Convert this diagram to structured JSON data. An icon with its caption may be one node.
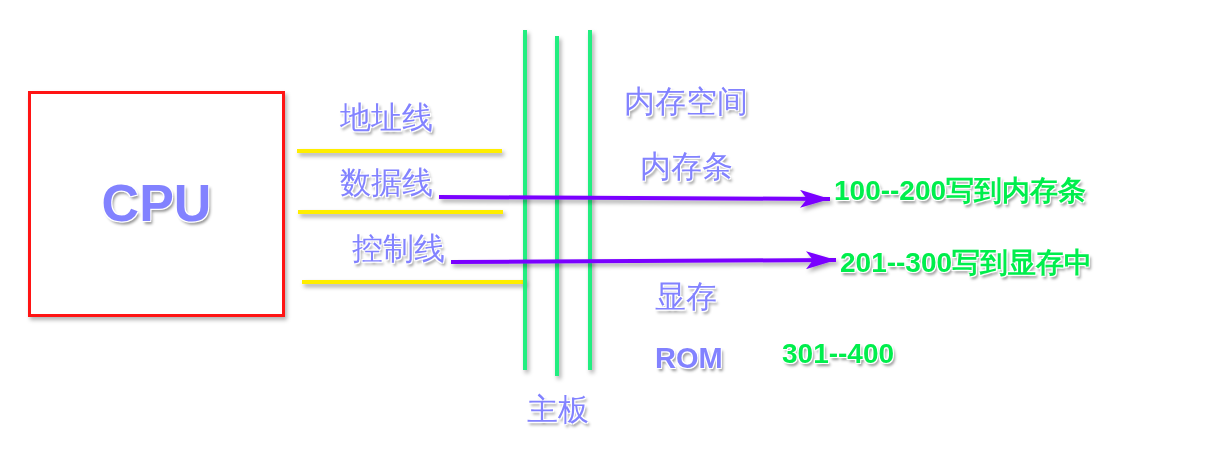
{
  "diagram": {
    "nodes": [
      {
        "text": [
          "CPU"
        ]
      },
      {
        "text": [
          "数据线"
        ]
      },
      {
        "text": [
          "控制线"
        ]
      },
      {
        "text": [
          "100--200写到内存条"
        ]
      },
      {
        "text": [
          "201--300写到显存中"
        ]
      }
    ],
    "edges": [
      {
        "from": 1,
        "to": 3,
        "arrow": "to"
      },
      {
        "from": 2,
        "to": 4,
        "arrow": "to"
      }
    ],
    "labels": [
      "地址线",
      "内存空间",
      "内存条",
      "显存",
      "ROM",
      "301--400",
      "主板"
    ]
  }
}
